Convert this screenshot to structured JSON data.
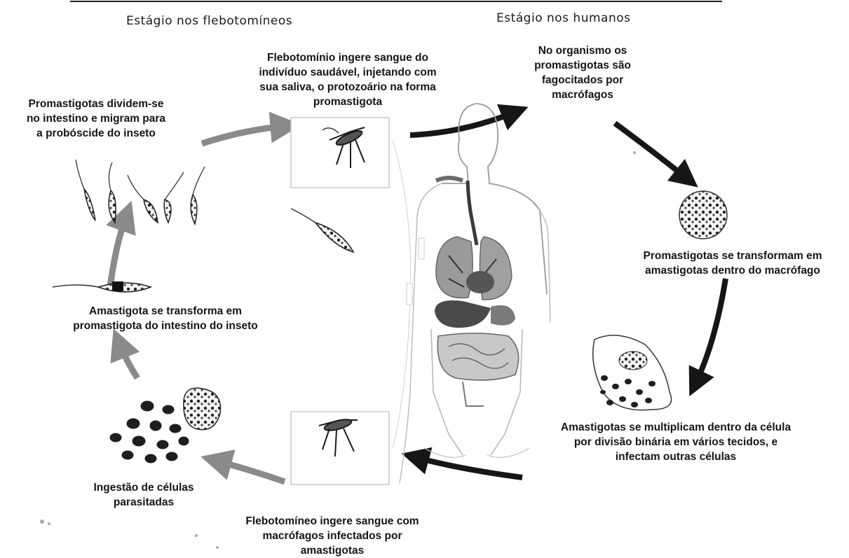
{
  "headers": {
    "left": "Estágio nos flebotomíneos",
    "right": "Estágio nos humanos"
  },
  "steps": {
    "sandfly_bite": "Flebotomínio ingere sangue do\nindivíduo saudável, injetando com\nsua saliva, o protozoário na forma\npromastigota",
    "phagocytosis": "No organismo os\npromastigotas são\nfagocitados por\nmacrófagos",
    "transform_amastigote": "Promastigotas se transformam em\namastigotas dentro do macrófago",
    "multiply": "Amastigotas se multiplicam dentro da célula\npor divisão binária em vários tecidos, e\ninfectam outras células",
    "sandfly_ingest": "Flebotomíneo ingere sangue com\nmacrófagos infectados por\namastigotas",
    "ingestion": "Ingestão de células\nparasitadas",
    "transform_promastigote": "Amastigota se transforma em\npromastigota do intestino do inseto",
    "divide_migrate": "Promastigotas dividem-se\nno intestino e migram para\na probóscide do inseto"
  },
  "colors": {
    "dark_arrow": "#161616",
    "gray_arrow": "#8a8a8a",
    "organ_gray": "#8d8d8d",
    "organ_dark": "#4a4a4a"
  }
}
